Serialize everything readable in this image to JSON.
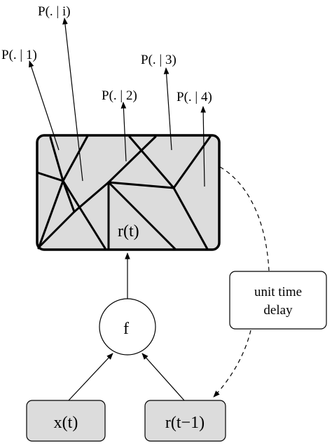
{
  "colors": {
    "stroke": "#000000",
    "box_fill": "#dcdcdc",
    "background": "#ffffff"
  },
  "labels": {
    "p_i": "P(. | i)",
    "p_1": "P(. | 1)",
    "p_2": "P(. | 2)",
    "p_3": "P(. | 3)",
    "p_4": "P(. | 4)",
    "region_r": "r(t)",
    "function": "f",
    "input_x": "x(t)",
    "input_r_prev": "r(t−1)",
    "delay_line1": "unit time",
    "delay_line2": "delay"
  }
}
